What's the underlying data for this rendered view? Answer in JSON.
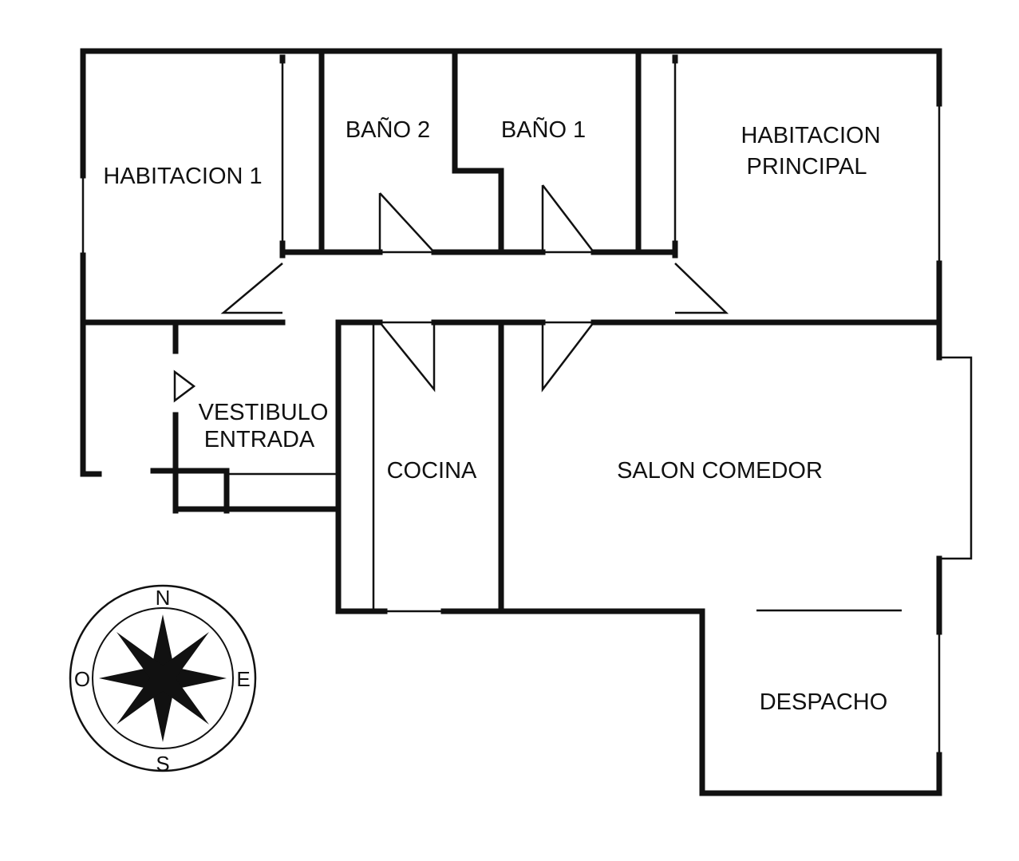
{
  "rooms": {
    "habitacion_1": "HABITACION 1",
    "bano_2": "BAÑO 2",
    "bano_1": "BAÑO 1",
    "habitacion_principal_line1": "HABITACION",
    "habitacion_principal_line2": "PRINCIPAL",
    "vestibulo_line1": "VESTIBULO",
    "vestibulo_line2": "ENTRADA",
    "cocina": "COCINA",
    "salon_comedor": "SALON COMEDOR",
    "despacho": "DESPACHO"
  },
  "compass": {
    "north": "N",
    "south": "S",
    "east": "E",
    "west": "O"
  }
}
